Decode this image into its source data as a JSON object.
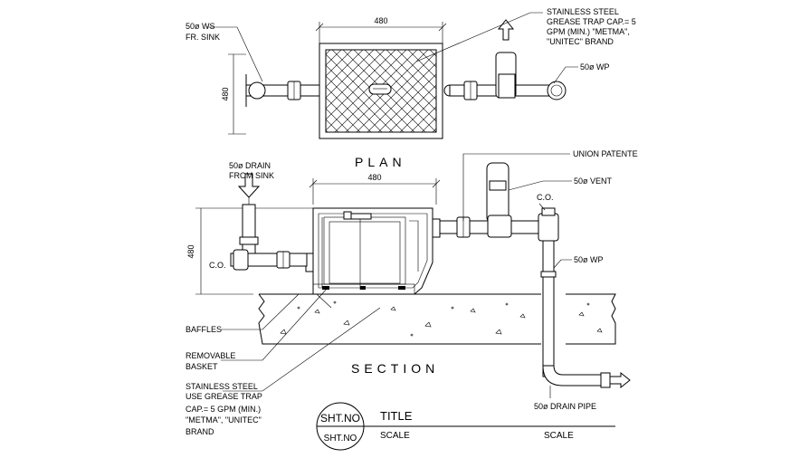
{
  "plan": {
    "title": "PLAN",
    "dim_width": "480",
    "dim_height": "480",
    "label_sink_1": "50ø WS",
    "label_sink_2": "FR. SINK",
    "label_trap_1": "STAINLESS STEEL",
    "label_trap_2": "GREASE TRAP CAP.= 5",
    "label_trap_3": "GPM (MIN.) \"METMA\",",
    "label_trap_4": "\"UNITEC\" BRAND",
    "label_wp": "50ø WP"
  },
  "section": {
    "title": "SECTION",
    "dim_width": "480",
    "dim_height": "480",
    "label_drain_1": "50ø DRAIN",
    "label_drain_2": "FROM SINK",
    "label_co_left": "C.O.",
    "label_co_right": "C.O.",
    "label_union": "UNION PATENTE",
    "label_vent": "50ø VENT",
    "label_wp": "50ø WP",
    "label_drain_pipe": "50ø DRAIN PIPE",
    "label_baffles": "BAFFLES",
    "label_basket_1": "REMOVABLE",
    "label_basket_2": "BASKET",
    "label_ss_1": "STAINLESS STEEL",
    "label_ss_2": "USE GREASE TRAP",
    "label_ss_3": "CAP.= 5 GPM (MIN.)",
    "label_ss_4": "\"METMA\", \"UNITEC\"",
    "label_ss_5": "BRAND"
  },
  "title_block": {
    "sht_no_top": "SHT.NO",
    "sht_no_bottom": "SHT.NO",
    "title": "TITLE",
    "scale_1": "SCALE",
    "scale_2": "SCALE"
  }
}
